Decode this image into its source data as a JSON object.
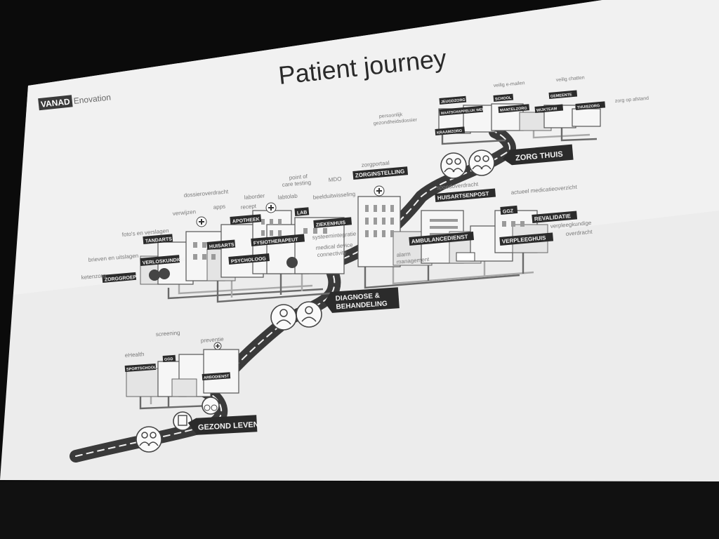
{
  "title": "Patient journey",
  "logo": {
    "bold": "VANAD",
    "light": "Enovation"
  },
  "stage_signs": {
    "gezond": "GEZOND LEVEN",
    "diagnose_line1": "DIAGNOSE &",
    "diagnose_line2": "BEHANDELING",
    "zorg_thuis": "ZORG THUIS"
  },
  "building_signs": {
    "zorggroep": "ZORGGROEP",
    "verloskundige": "VERLOSKUNDIGE",
    "tandarts": "TANDARTS",
    "huisarts": "HUISARTS",
    "apotheek": "APOTHEEK",
    "fysiotherapeut": "FYSIOTHERAPEUT",
    "psycholoog": "PSYCHOLOOG",
    "lab": "LAB",
    "ziekenhuis": "ZIEKENHUIS",
    "zorginstelling": "ZORGINSTELLING",
    "huisartsenpost": "HUISARTSENPOST",
    "ambulancedienst": "AMBULANCEDIENST",
    "ggz": "GGZ",
    "revalidatie": "REVALIDATIE",
    "verpleeghuis": "VERPLEEGHUIS",
    "jeugdzorg": "JEUGDZORG",
    "school": "SCHOOL",
    "gemeente": "GEMEENTE",
    "maatschappelijk_werk": "MAATSCHAPPELIJK WERK",
    "mantelzorg": "MANTELZORG",
    "wijkteam": "WIJKTEAM",
    "thuiszorg": "THUISZORG",
    "kraamzorg": "KRAAMZORG",
    "sportschool": "SPORTSCHOOL",
    "ggd": "GGD",
    "arbodienst": "ARBODIENST"
  },
  "labels": {
    "ketenzorg": "ketenzorg",
    "brieven": "brieven en uitslagen",
    "fotos": "foto's en verslagen",
    "verwijzen": "verwijzen",
    "apps": "apps",
    "dossieroverdracht": "dossieroverdracht",
    "recept": "recept",
    "laborder": "laborder",
    "labtolab": "labtolab",
    "point_of_care": "point of",
    "care_testing": "care testing",
    "mdo": "MDO",
    "beelduitwisseling": "beelduitwisseling",
    "zorgportaal": "zorgportaal",
    "systeemintegratie": "systeemintegratie",
    "medical_device": "medical device",
    "connectivity": "connectivity",
    "alarm": "alarm",
    "management": "management",
    "spoedoverdracht": "spoedoverdracht",
    "actueel_medicatie": "actueel medicatieoverzicht",
    "verpleegkundige": "verpleegkundige",
    "overdracht": "overdracht",
    "persoonlijk": "persoonlijk",
    "gezondheidsdossier": "gezondheidsdossier",
    "veilig_emailen": "veilig e-mailen",
    "veilig_chatten": "veilig chatten",
    "zorg_op_afstand": "zorg op afstand",
    "ehealth": "eHealth",
    "screening": "screening",
    "preventie": "preventie"
  },
  "icons": [
    "people-icon",
    "doctor-icon",
    "bicycle-icon",
    "medical-cross-icon",
    "tree-icon"
  ]
}
